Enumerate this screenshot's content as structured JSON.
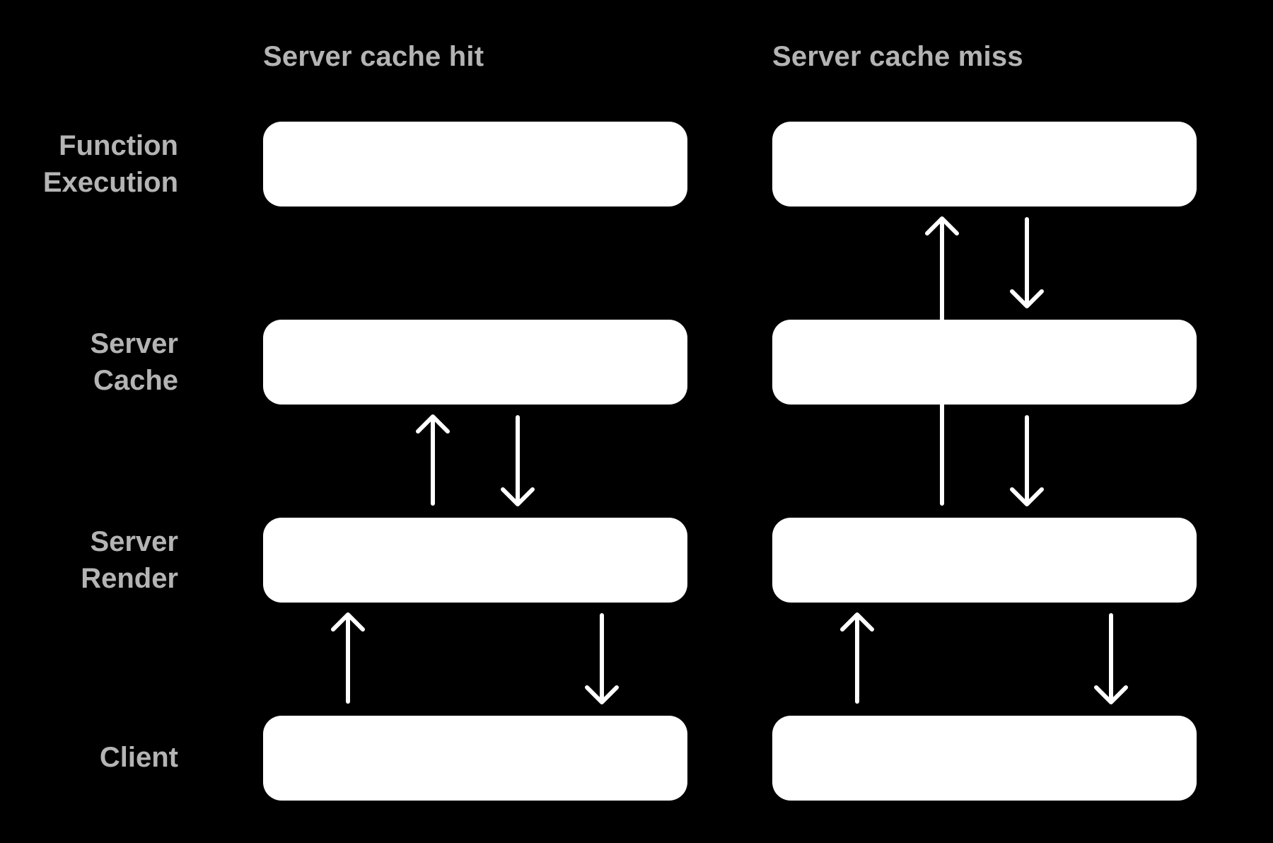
{
  "columns": {
    "hit": {
      "title": "Server cache hit"
    },
    "miss": {
      "title": "Server cache miss"
    }
  },
  "rows": {
    "function_execution": {
      "line1": "Function",
      "line2": "Execution"
    },
    "server_cache": {
      "line1": "Server",
      "line2": "Cache"
    },
    "server_render": {
      "line1": "Server",
      "line2": "Render"
    },
    "client": {
      "line1": "Client"
    }
  },
  "colors": {
    "background": "#000000",
    "box": "#ffffff",
    "arrow": "#ffffff",
    "label": "#b4b4b4"
  }
}
